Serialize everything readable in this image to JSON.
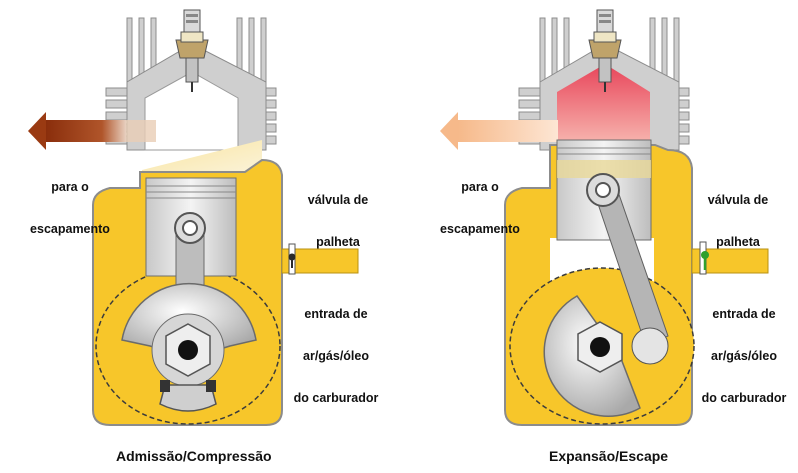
{
  "panels": [
    {
      "id": "left",
      "caption": "Admissão/Compressão",
      "exhaust_label": [
        "para o",
        "escapamento"
      ],
      "valve_label": [
        "válvula de",
        "palheta"
      ],
      "intake_label": [
        "entrada de",
        "ar/gás/óleo",
        "do carburador"
      ]
    },
    {
      "id": "right",
      "caption": "Expansão/Escape",
      "exhaust_label": [
        "para o",
        "escapamento"
      ],
      "valve_label": [
        "válvula de",
        "palheta"
      ],
      "intake_label": [
        "entrada de",
        "ar/gás/óleo",
        "do carburador"
      ]
    }
  ],
  "colors": {
    "mixture_yellow": "#f7c62a",
    "crankcase_grey": "#cfcfcf",
    "exhaust_dark": "#9a3a12",
    "exhaust_light": "#f8c8a8",
    "combustion_red": "#e84a4a",
    "valve_closed": "#2a2a2a",
    "valve_open": "#2ea02e"
  }
}
